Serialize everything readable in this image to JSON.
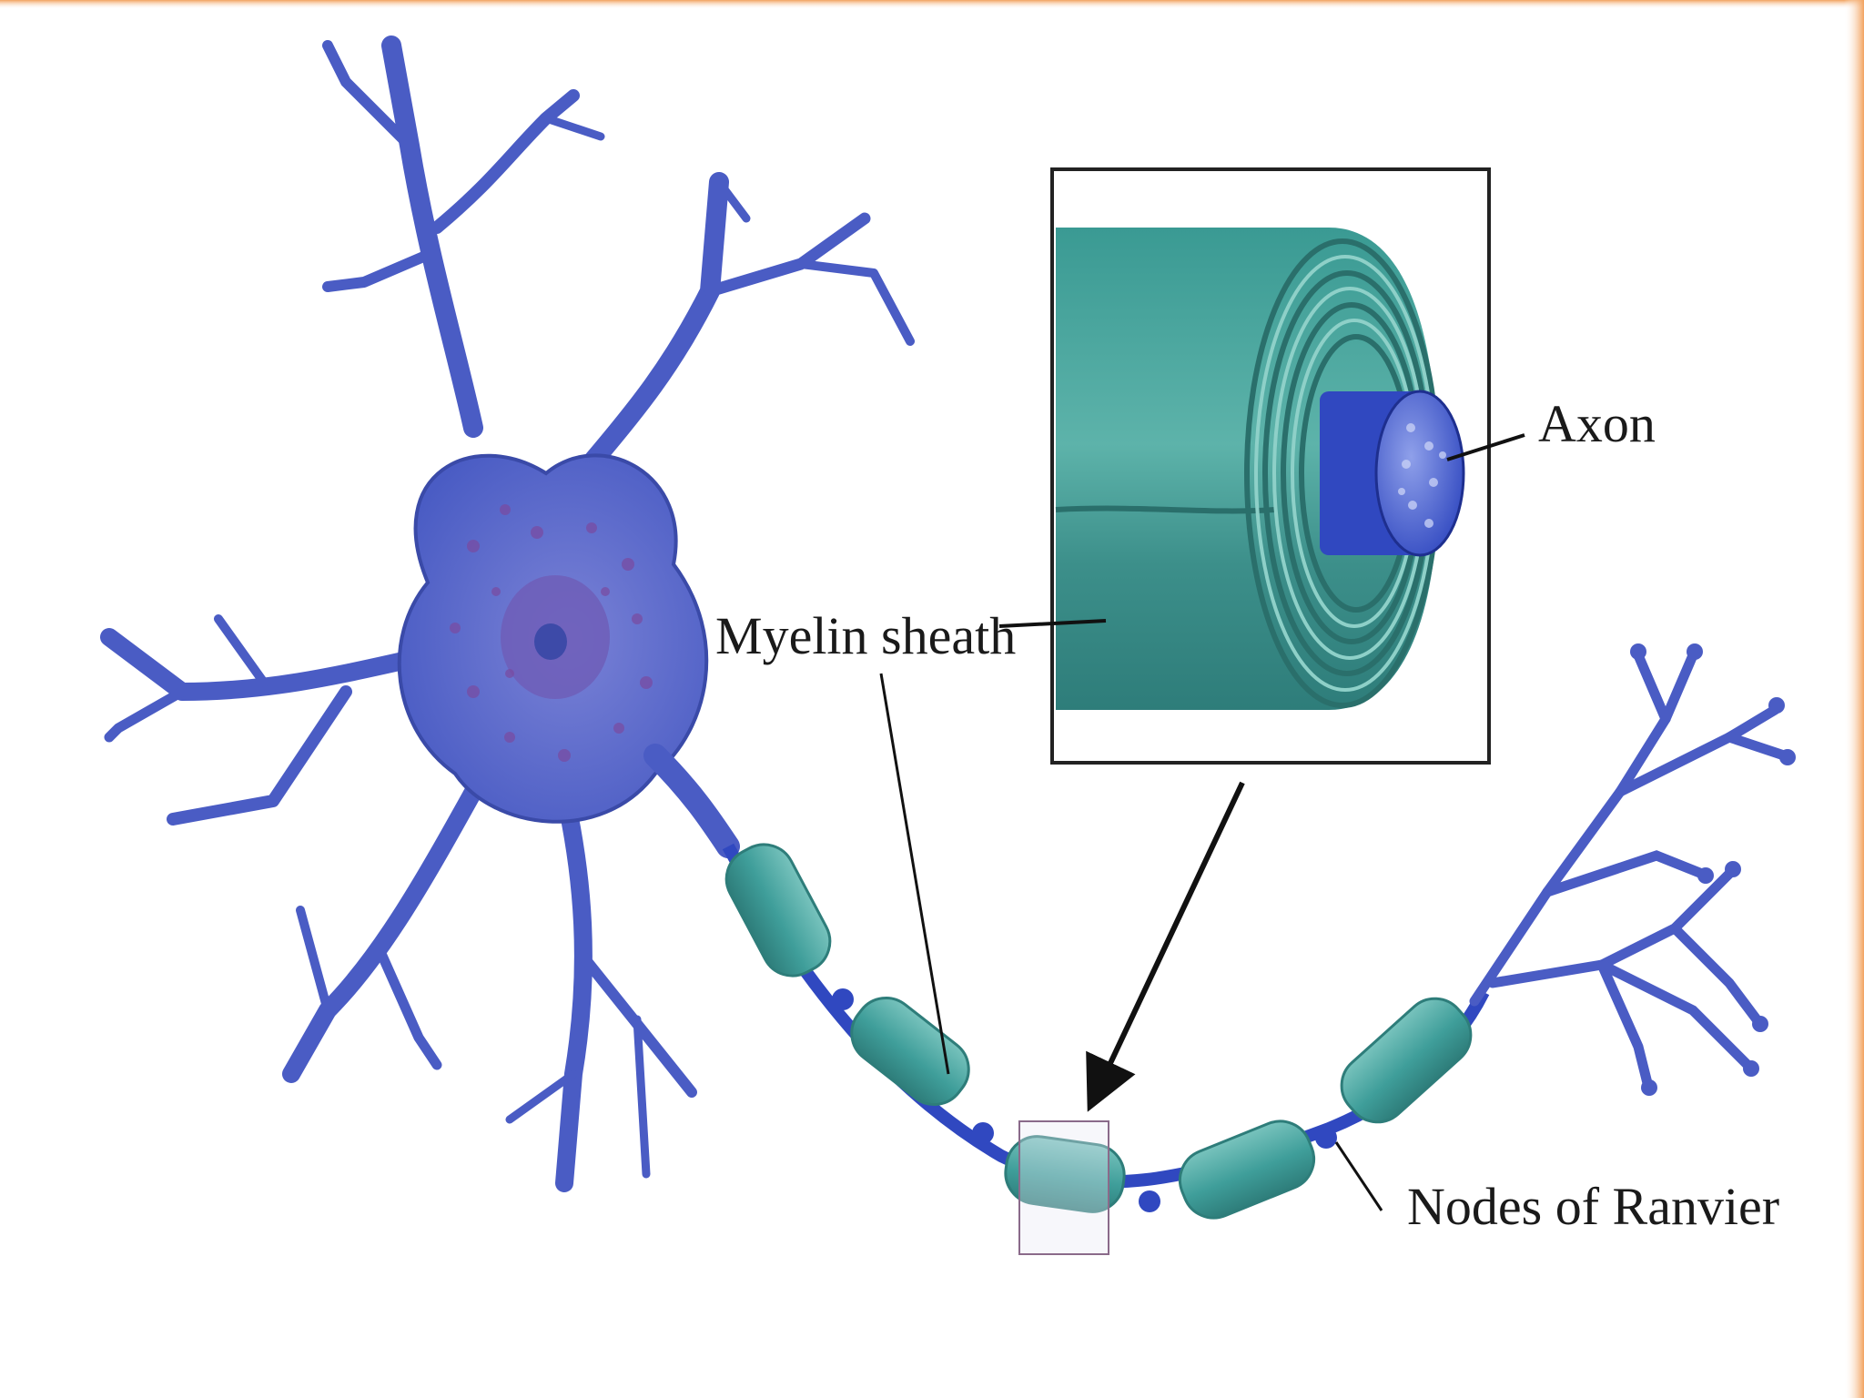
{
  "diagram": {
    "labels": {
      "axon": "Axon",
      "myelin_sheath": "Myelin sheath",
      "nodes_of_ranvier": "Nodes of Ranvier"
    },
    "colors": {
      "neuron_fill": "#4a5cc4",
      "neuron_stroke": "#3a4aa8",
      "nucleus": "#6f5eb8",
      "granules": "#7a4aa0",
      "myelin": "#3f9e9a",
      "myelin_dark": "#2e7d7a",
      "myelin_light": "#78c3bd",
      "axon_core": "#3048c0",
      "slide_accent": "#f2a25e"
    }
  }
}
